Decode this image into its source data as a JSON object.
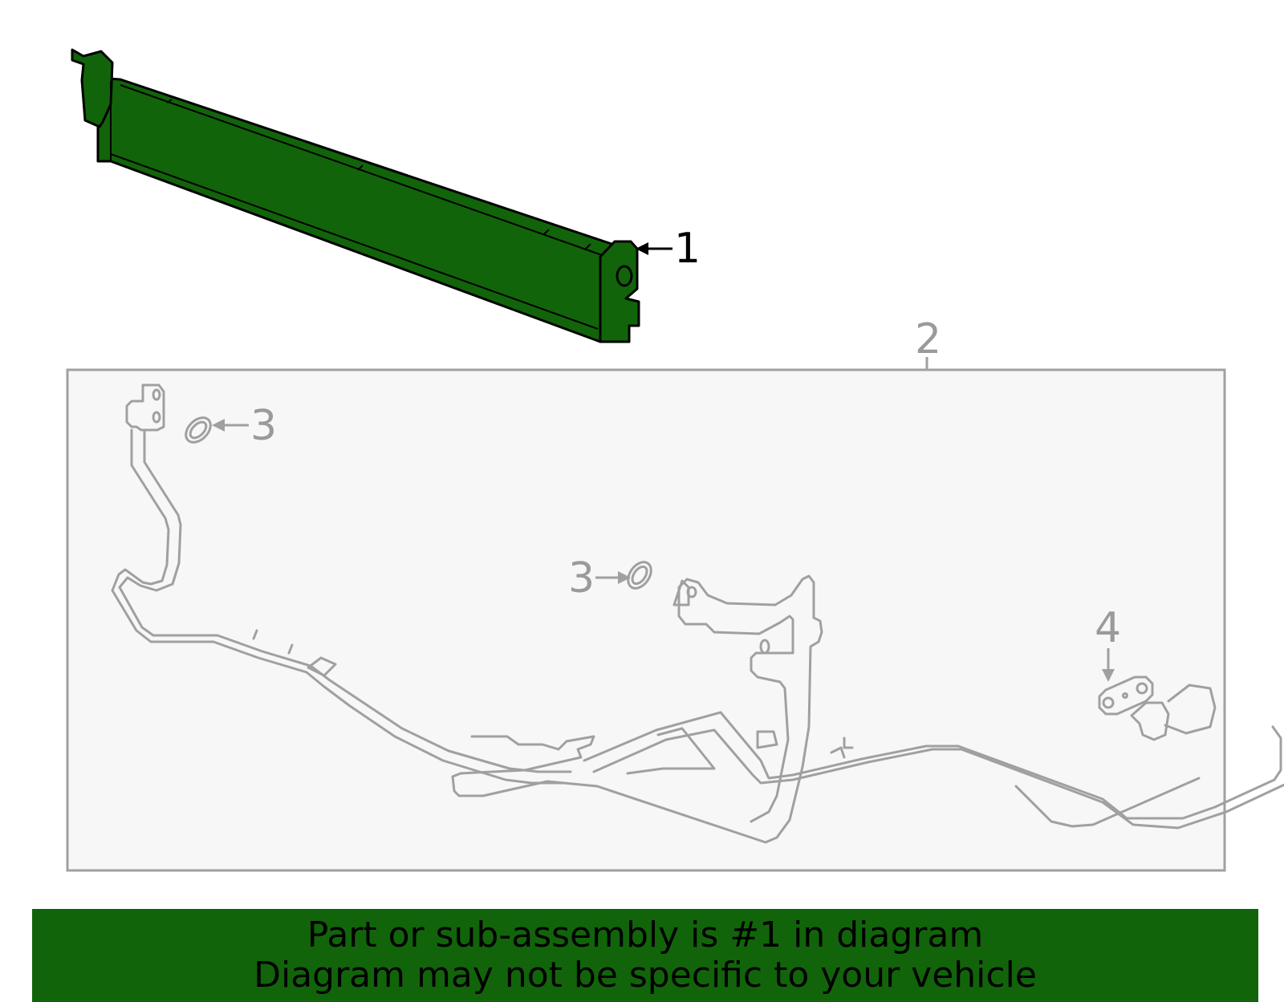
{
  "callouts": {
    "part_1": "1",
    "part_2": "2",
    "part_3a": "3",
    "part_3b": "3",
    "part_4": "4"
  },
  "banner": {
    "line1": "Part or sub-assembly is #1 in diagram",
    "line2": "Diagram may not be specific to your vehicle"
  },
  "colors": {
    "highlight": "#12640a",
    "line_gray": "#a0a0a0",
    "panel_bg": "#f7f7f7",
    "banner_bg": "#12640a"
  }
}
